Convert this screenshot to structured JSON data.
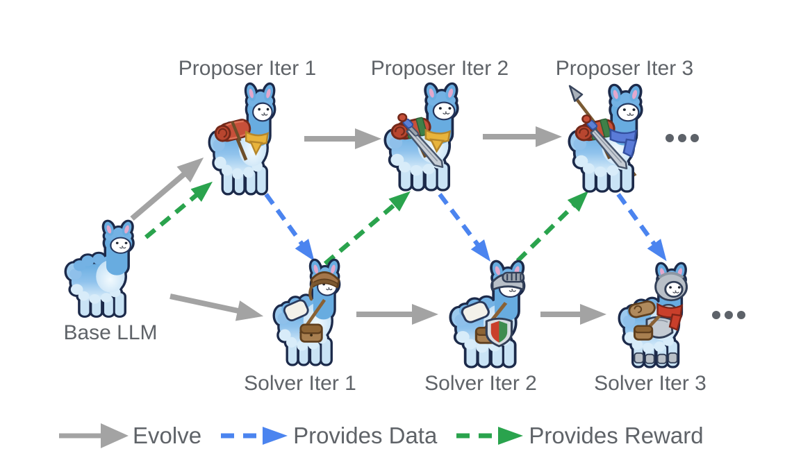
{
  "diagram": {
    "nodes": {
      "base": {
        "label": "Base LLM"
      },
      "proposer1": {
        "label": "Proposer Iter 1"
      },
      "proposer2": {
        "label": "Proposer Iter 2"
      },
      "proposer3": {
        "label": "Proposer Iter 3"
      },
      "solver1": {
        "label": "Solver Iter 1"
      },
      "solver2": {
        "label": "Solver Iter 2"
      },
      "solver3": {
        "label": "Solver Iter 3"
      }
    },
    "ellipsis": "...",
    "edges": [
      {
        "from": "base",
        "to": "proposer1",
        "type": "evolve"
      },
      {
        "from": "base",
        "to": "solver1",
        "type": "evolve"
      },
      {
        "from": "proposer1",
        "to": "proposer2",
        "type": "evolve"
      },
      {
        "from": "proposer2",
        "to": "proposer3",
        "type": "evolve"
      },
      {
        "from": "solver1",
        "to": "solver2",
        "type": "evolve"
      },
      {
        "from": "solver2",
        "to": "solver3",
        "type": "evolve"
      },
      {
        "from": "proposer1",
        "to": "solver1",
        "type": "provides-data"
      },
      {
        "from": "proposer2",
        "to": "solver2",
        "type": "provides-data"
      },
      {
        "from": "proposer3",
        "to": "solver3",
        "type": "provides-data"
      },
      {
        "from": "base",
        "to": "proposer1",
        "type": "provides-reward"
      },
      {
        "from": "solver1",
        "to": "proposer2",
        "type": "provides-reward"
      },
      {
        "from": "solver2",
        "to": "proposer3",
        "type": "provides-reward"
      }
    ],
    "legend": [
      {
        "label": "Evolve",
        "line": "solid",
        "color": "#a3a3a3"
      },
      {
        "label": "Provides Data",
        "line": "dashed",
        "color": "#4b84ef"
      },
      {
        "label": "Provides Reward",
        "line": "dashed",
        "color": "#2aa34d"
      }
    ],
    "colors": {
      "text": "#5f6368",
      "evolve_arrow": "#a3a3a3",
      "data_arrow": "#4b84ef",
      "reward_arrow": "#2aa34d",
      "llama_body": "#69ade1",
      "llama_outline": "#1c2a4a"
    }
  }
}
